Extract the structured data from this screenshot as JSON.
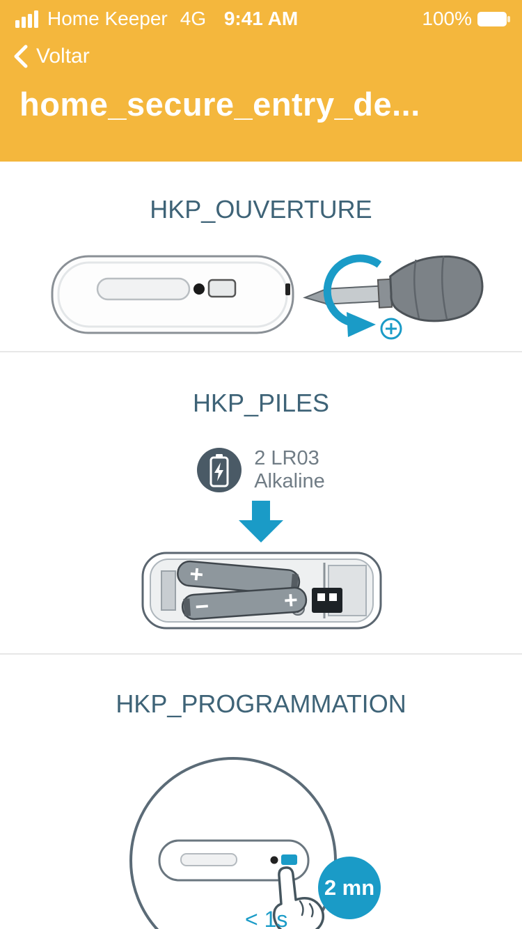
{
  "colors": {
    "header_bg": "#F4B73D",
    "accent": "#1A9BC7",
    "heading": "#3E6377",
    "muted": "#707C85",
    "dark": "#4A5A66"
  },
  "status_bar": {
    "carrier": "Home Keeper",
    "network": "4G",
    "time": "9:41 AM",
    "battery": "100%"
  },
  "nav": {
    "back_label": "Voltar"
  },
  "page": {
    "title": "home_secure_entry_de..."
  },
  "sections": {
    "ouverture": {
      "heading": "HKP_OUVERTURE"
    },
    "piles": {
      "heading": "HKP_PILES",
      "battery_spec": "2 LR03",
      "battery_type": "Alkaline",
      "polarity_plus": "+",
      "polarity_minus": "−"
    },
    "programmation": {
      "heading": "HKP_PROGRAMMATION",
      "duration_badge": "2 mn",
      "press_duration": "< 1s"
    }
  }
}
